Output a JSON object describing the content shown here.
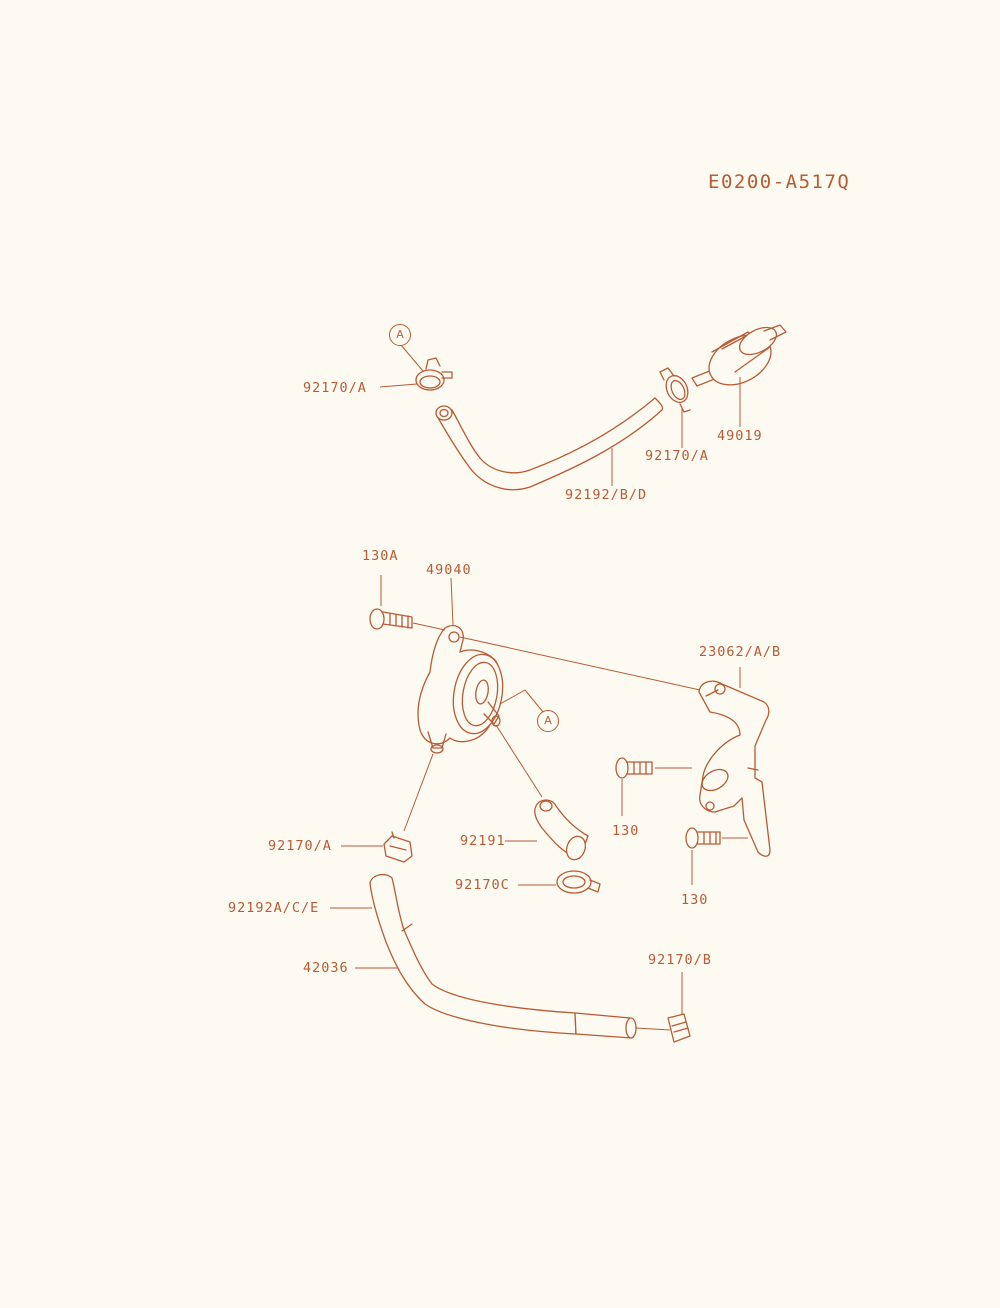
{
  "diagram_code": "E0200-A517Q",
  "reference_marker": "A",
  "colors": {
    "ink": "#b85a36",
    "paper": "#fdfbf1"
  },
  "labels": {
    "clamp_top_left": "92170/A",
    "clamp_top_right": "92170/A",
    "filter": "49019",
    "hose_top": "92192/B/D",
    "bolt_130a": "130A",
    "fuel_pump": "49040",
    "bracket": "23062/A/B",
    "bolt_130_upper": "130",
    "bolt_130_lower": "130",
    "hose_92191": "92191",
    "clamp_left": "92170/A",
    "clamp_92170c": "92170C",
    "hose_bottom": "92192A/C/E",
    "hose_42036": "42036",
    "clamp_92170b": "92170/B"
  }
}
